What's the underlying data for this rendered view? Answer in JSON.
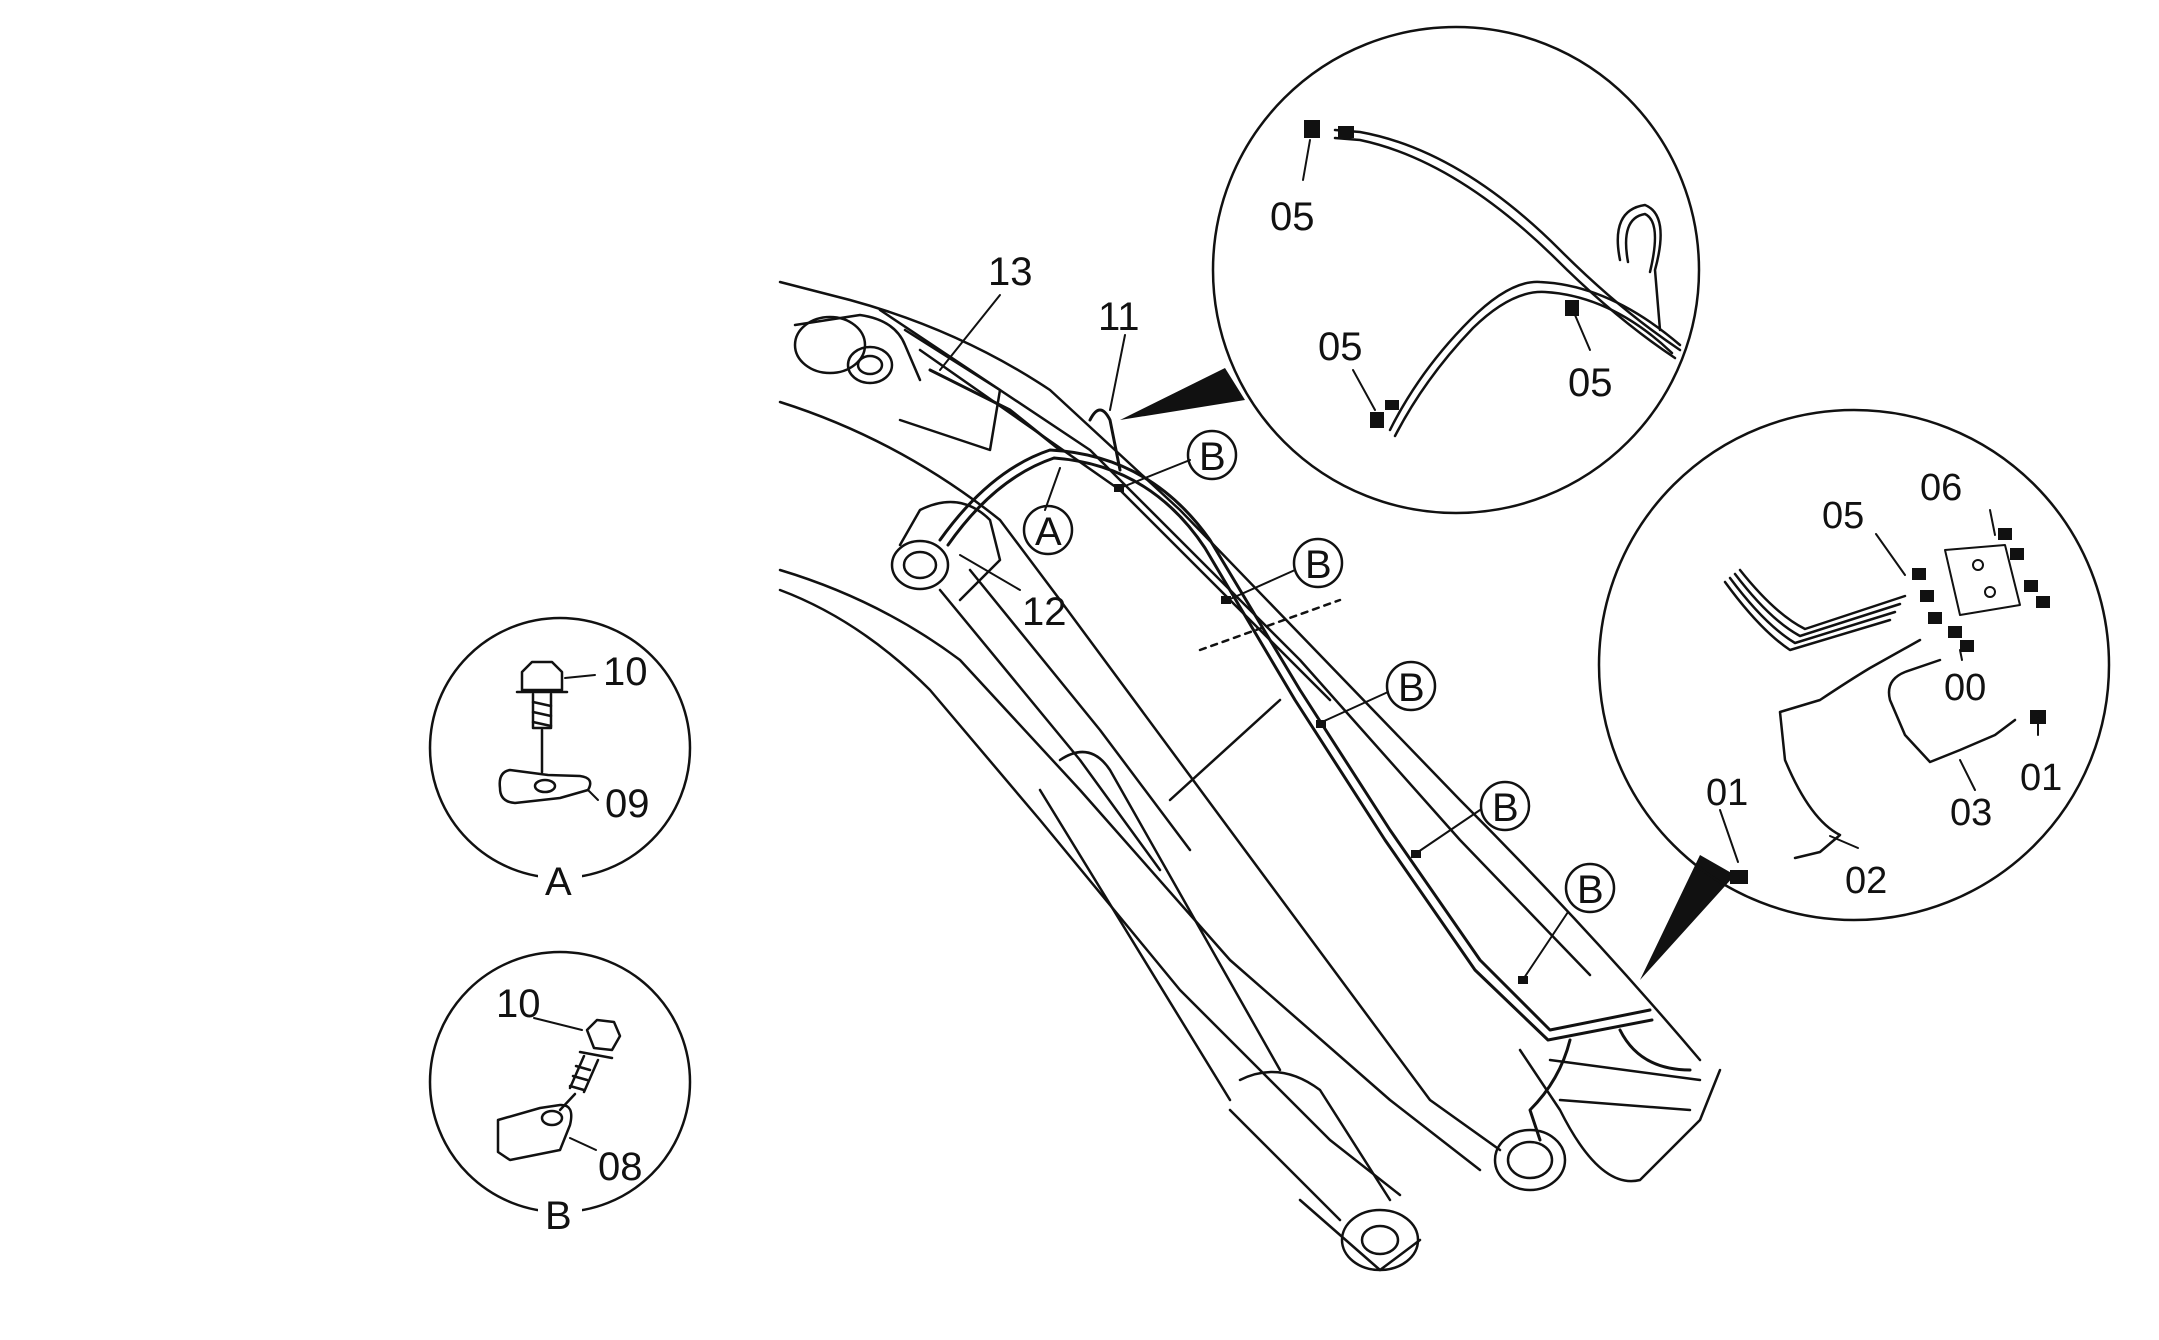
{
  "diagram": {
    "main_callouts": {
      "c13": "13",
      "c11": "11",
      "c12": "12"
    },
    "detail_refs": {
      "a": "A",
      "b1": "B",
      "b2": "B",
      "b3": "B",
      "b4": "B",
      "b5": "B"
    },
    "top_inset": {
      "p1": "05",
      "p2": "05",
      "p3": "05"
    },
    "right_inset": {
      "p06": "06",
      "p05": "05",
      "p00": "00",
      "p01a": "01",
      "p01b": "01",
      "p02": "02",
      "p03": "03"
    },
    "detail_a": {
      "title": "A",
      "p10": "10",
      "p09": "09"
    },
    "detail_b": {
      "title": "B",
      "p10": "10",
      "p08": "08"
    }
  }
}
